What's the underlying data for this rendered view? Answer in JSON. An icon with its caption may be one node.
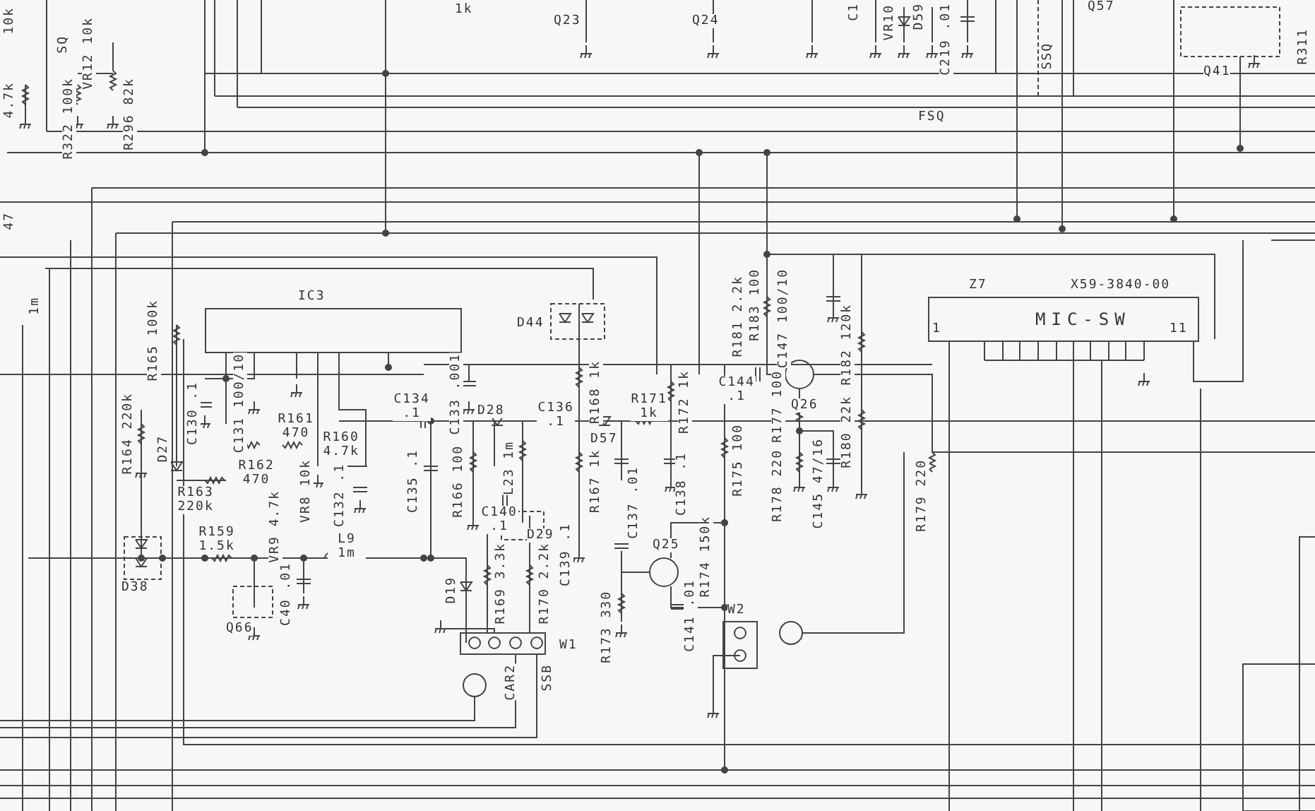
{
  "diagram": {
    "nodes": [
      {
        "text": [
          "IC3"
        ]
      },
      {
        "text": [
          "Z7",
          "X59-3840-00",
          "MIC-SW"
        ]
      }
    ],
    "labels": [
      "10k",
      "SQ",
      "VR12 10k",
      "4.7k",
      "R322 100k",
      "R296 82k",
      "1k",
      "Q23",
      "Q24",
      "C1",
      "VR10",
      "D59",
      "C219 .01",
      "SSQ",
      "Q57",
      "Q41",
      "R311",
      "FSQ",
      "47",
      "1m",
      "R165 100k",
      "R164 220k",
      "C130 .1",
      "C131 100/10",
      "D27",
      "R162 470",
      "R161 470",
      "R160 4.7k",
      "R163 220k",
      "VR9 4.7k",
      "VR8 10k",
      "C132 .1",
      "C134 .1",
      "C135 .1",
      "C133 .001",
      "D44",
      "R168 1k",
      "D28",
      "C136 .1",
      "R166 100",
      "L23 1m",
      "R167 1k",
      "D57",
      "R171 1k",
      "R172 1k",
      "C137 .01",
      "C138 .1",
      "R175 100",
      "C140 .1",
      "D29",
      "R181 2.2k",
      "R183 100",
      "C147 100/10",
      "C144 .1",
      "R182 120k",
      "Q26",
      "R177 100",
      "R180 22k",
      "R178 220",
      "C145 47/16",
      "R179 220",
      "1",
      "11",
      "D38",
      "R159 1.5k",
      "Q66",
      "C40 .01",
      "L9 1m",
      "D19",
      "R169 3.3k",
      "R170 2.2k",
      "C139 .1",
      "Q25",
      "R173 330",
      "R174 150k",
      "C141 .01",
      "W1",
      "CAR2",
      "SSB",
      "W2"
    ]
  }
}
